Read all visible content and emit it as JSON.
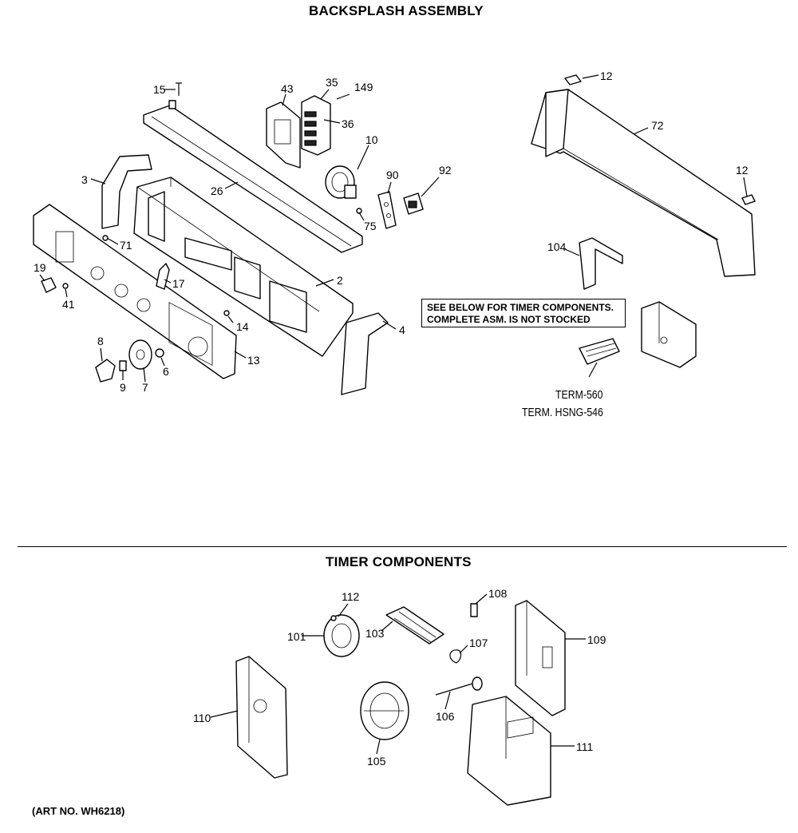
{
  "titles": {
    "backsplash": "BACKSPLASH ASSEMBLY",
    "timer": "TIMER COMPONENTS"
  },
  "note": {
    "line1": "SEE BELOW FOR TIMER COMPONENTS.",
    "line2": "COMPLETE ASM. IS NOT STOCKED",
    "term": "TERM-560",
    "term_housing": "TERM. HSNG-546"
  },
  "art_number": "(ART NO. WH6218)",
  "part_labels": {
    "p15": "15",
    "p43": "43",
    "p35": "35",
    "p149": "149",
    "p36": "36",
    "p10": "10",
    "p90": "90",
    "p92": "92",
    "p75": "75",
    "p26": "26",
    "p3": "3",
    "p71": "71",
    "p19": "19",
    "p41": "41",
    "p17": "17",
    "p2": "2",
    "p14": "14",
    "p4": "4",
    "p13": "13",
    "p8": "8",
    "p6": "6",
    "p9": "9",
    "p7": "7",
    "p12a": "12",
    "p72": "72",
    "p12b": "12",
    "p104": "104",
    "p112": "112",
    "p101": "101",
    "p103": "103",
    "p108": "108",
    "p107": "107",
    "p109": "109",
    "p110": "110",
    "p106": "106",
    "p105": "105",
    "p111": "111"
  }
}
